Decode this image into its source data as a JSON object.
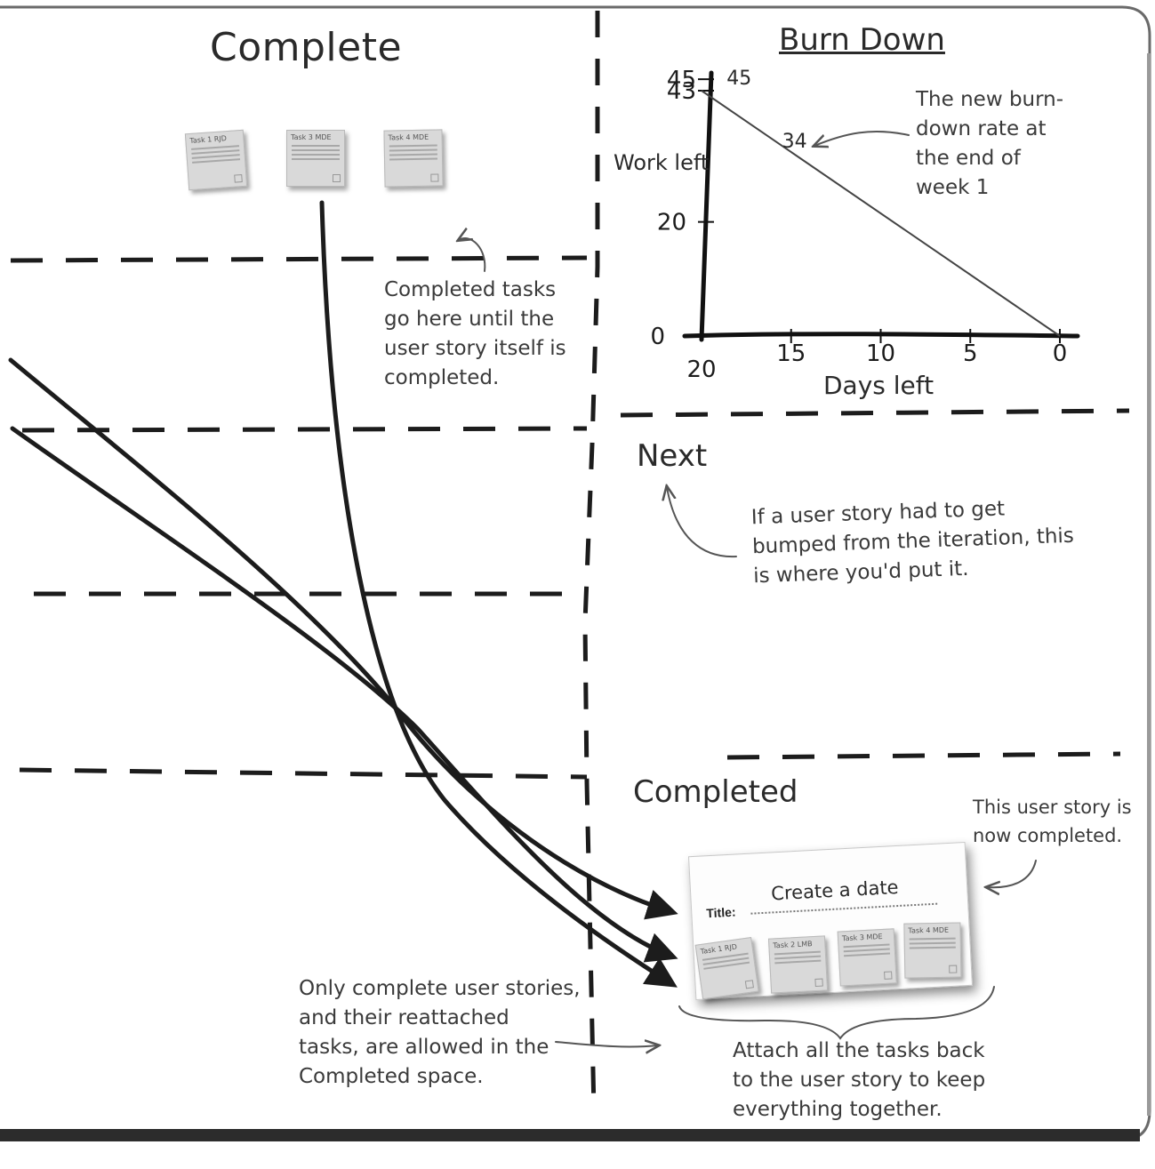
{
  "headings": {
    "complete": "Complete",
    "burn_down": "Burn Down",
    "next": "Next",
    "completed": "Completed"
  },
  "notes": {
    "completed_tasks": [
      "Completed tasks",
      "go here until the",
      "user story itself is",
      "completed."
    ],
    "new_burn_down_rate": [
      "The new burn-",
      "down rate at",
      "the end of",
      "week 1"
    ],
    "bumped_story": [
      "If a user story had to get",
      "bumped from the iteration, this",
      "is where you'd put it."
    ],
    "user_story_completed": [
      "This user story is",
      "now completed."
    ],
    "only_complete": [
      "Only complete user stories,",
      "and their reattached",
      "tasks, are allowed in the",
      "Completed space."
    ],
    "attach_tasks": [
      "Attach all the tasks back",
      "to the user story to keep",
      "everything together."
    ]
  },
  "chart_data": {
    "type": "line",
    "title": "Burn Down",
    "xlabel": "Days left",
    "ylabel": "Work left",
    "x_ticks": [
      20,
      15,
      10,
      5,
      0
    ],
    "y_ticks": [
      0,
      20,
      43,
      45
    ],
    "xlim": [
      20,
      0
    ],
    "ylim": [
      0,
      45
    ],
    "series": [
      {
        "x": [
          20,
          0
        ],
        "y": [
          43,
          0
        ]
      }
    ],
    "annotations": [
      {
        "label": "45",
        "x": 18.6,
        "y": 45
      },
      {
        "label": "34",
        "x": 15.5,
        "y": 34
      }
    ]
  },
  "complete_tasks": [
    {
      "header": "Task 1  RJD"
    },
    {
      "header": "Task 3  MDE"
    },
    {
      "header": "Task 4  MDE"
    }
  ],
  "story_card": {
    "title_label": "Title:",
    "title_value": "Create a date",
    "tasks": [
      {
        "header": "Task 1  RJD"
      },
      {
        "header": "Task 2  LMB"
      },
      {
        "header": "Task 3  MDE"
      },
      {
        "header": "Task 4  MDE"
      }
    ]
  },
  "colors": {
    "ink": "#1c1c1c",
    "sticky": "#d9d9d9",
    "card": "#fdfdfd"
  }
}
